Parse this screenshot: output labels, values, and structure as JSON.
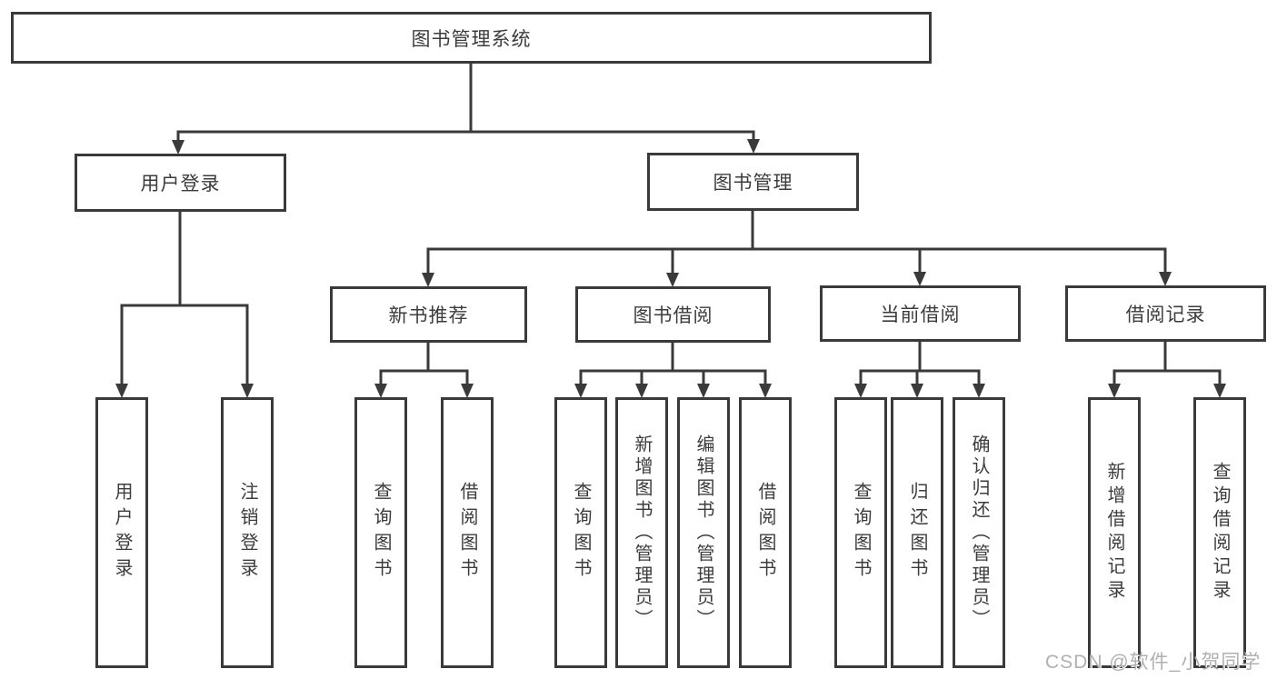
{
  "diagram_title": "图书管理系统",
  "nodes": {
    "root": "图书管理系统",
    "level2": {
      "user_login": "用户登录",
      "book_management": "图书管理"
    },
    "level3": {
      "new_book_recommend": "新书推荐",
      "book_borrowing": "图书借阅",
      "current_borrowing": "当前借阅",
      "borrowing_records": "借阅记录"
    },
    "leaves": {
      "user_login": "用户登录",
      "logout": "注销登录",
      "rec_query_books": "查询图书",
      "rec_borrow_books": "借阅图书",
      "bb_query_books": "查询图书",
      "bb_add_books": "新增图书（管理员）",
      "bb_edit_books": "编辑图书（管理员）",
      "bb_borrow_books": "借阅图书",
      "cb_query_books": "查询图书",
      "cb_return_books": "归还图书",
      "cb_confirm_return": "确认归还（管理员）",
      "br_add_record": "新增借阅记录",
      "br_query_record": "查询借阅记录"
    }
  },
  "watermark": "CSDN @软件_小贺同学",
  "colors": {
    "line": "#3a3a3a",
    "box_border": "#3a3a3a",
    "box_fill": "#ffffff",
    "text": "#3c3c3c",
    "watermark": "#b0b0b0"
  }
}
